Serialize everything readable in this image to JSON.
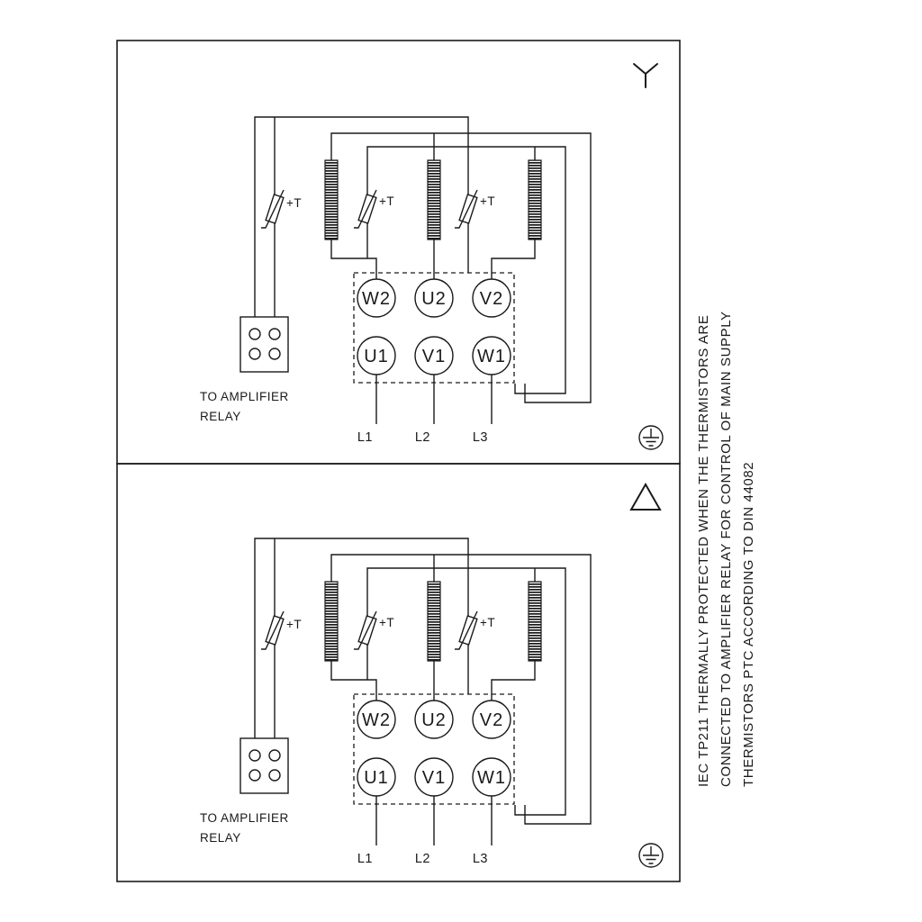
{
  "side_note": {
    "lines": [
      "IEC TP211 THERMALLY PROTECTED WHEN THE THERMISTORS ARE",
      "CONNECTED TO AMPLIFIER RELAY FOR CONTROL OF MAIN SUPPLY",
      "THERMISTORS PTC ACCORDING TO DIN 44082"
    ]
  },
  "panels": {
    "star": {
      "connection": "star",
      "terminals": {
        "top_row": [
          "W2",
          "U2",
          "V2"
        ],
        "bottom_row": [
          "U1",
          "V1",
          "W1"
        ]
      },
      "thermistors": [
        "+T",
        "+T",
        "+T"
      ],
      "relay_note": {
        "line1": "TO AMPLIFIER",
        "line2": "RELAY"
      },
      "supply": [
        "L1",
        "L2",
        "L3"
      ]
    },
    "delta": {
      "connection": "delta",
      "terminals": {
        "top_row": [
          "W2",
          "U2",
          "V2"
        ],
        "bottom_row": [
          "U1",
          "V1",
          "W1"
        ]
      },
      "thermistors": [
        "+T",
        "+T",
        "+T"
      ],
      "relay_note": {
        "line1": "TO AMPLIFIER",
        "line2": "RELAY"
      },
      "supply": [
        "L1",
        "L2",
        "L3"
      ]
    }
  },
  "colors": {
    "ink": "#1a1a1a",
    "background": "#ffffff"
  }
}
